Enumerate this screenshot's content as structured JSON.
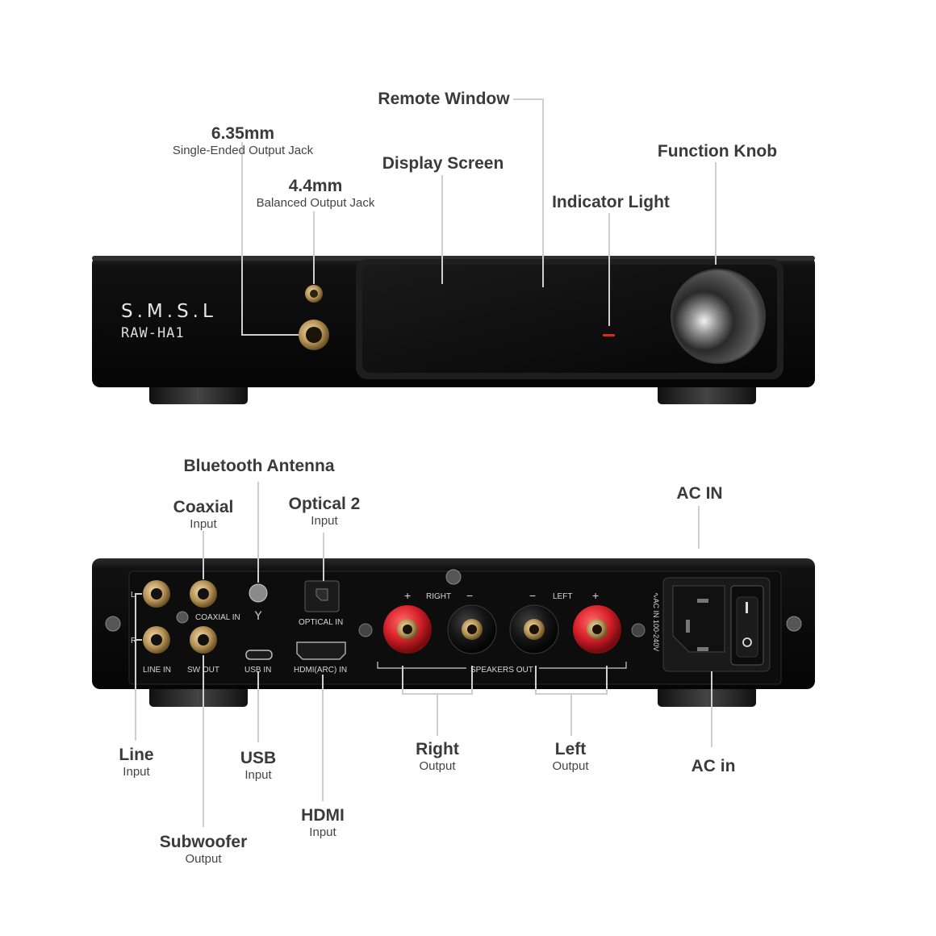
{
  "front": {
    "brand": "S.M.S.L",
    "model": "RAW-HA1",
    "labels": {
      "jack635": {
        "title": "6.35mm",
        "sub": "Single-Ended Output Jack"
      },
      "jack44": {
        "title": "4.4mm",
        "sub": "Balanced Output Jack"
      },
      "display": {
        "title": "Display Screen"
      },
      "remote": {
        "title": "Remote Window"
      },
      "indicator": {
        "title": "Indicator Light"
      },
      "knob": {
        "title": "Function Knob"
      }
    }
  },
  "back": {
    "panel_text": {
      "coaxial_in": "COAXIAL IN",
      "line_in": "LINE IN",
      "sw_out": "SW OUT",
      "usb_in": "USB IN",
      "optical_in": "OPTICAL IN",
      "hdmi_in": "HDMI(ARC) IN",
      "right": "RIGHT",
      "left": "LEFT",
      "speakers_out": "SPEAKERS OUT",
      "ac_rating": "∿AC IN 100-240V",
      "plus": "+",
      "minus": "−",
      "l": "L",
      "r": "R"
    },
    "labels": {
      "antenna": {
        "title": "Bluetooth Antenna"
      },
      "coaxial": {
        "title": "Coaxial",
        "sub": "Input"
      },
      "optical": {
        "title": "Optical 2",
        "sub": "Input"
      },
      "acin_top": {
        "title": "AC IN"
      },
      "line": {
        "title": "Line",
        "sub": "Input"
      },
      "usb": {
        "title": "USB",
        "sub": "Input"
      },
      "right": {
        "title": "Right",
        "sub": "Output"
      },
      "left": {
        "title": "Left",
        "sub": "Output"
      },
      "acin_bottom": {
        "title": "AC in"
      },
      "hdmi": {
        "title": "HDMI",
        "sub": "Input"
      },
      "subwoofer": {
        "title": "Subwoofer",
        "sub": "Output"
      }
    }
  },
  "colors": {
    "body": "#0b0b0b",
    "gold": "#b8955a",
    "red_terminal": "#d8202a",
    "indicator": "#e0281c",
    "leader": "#cfcfcf"
  }
}
